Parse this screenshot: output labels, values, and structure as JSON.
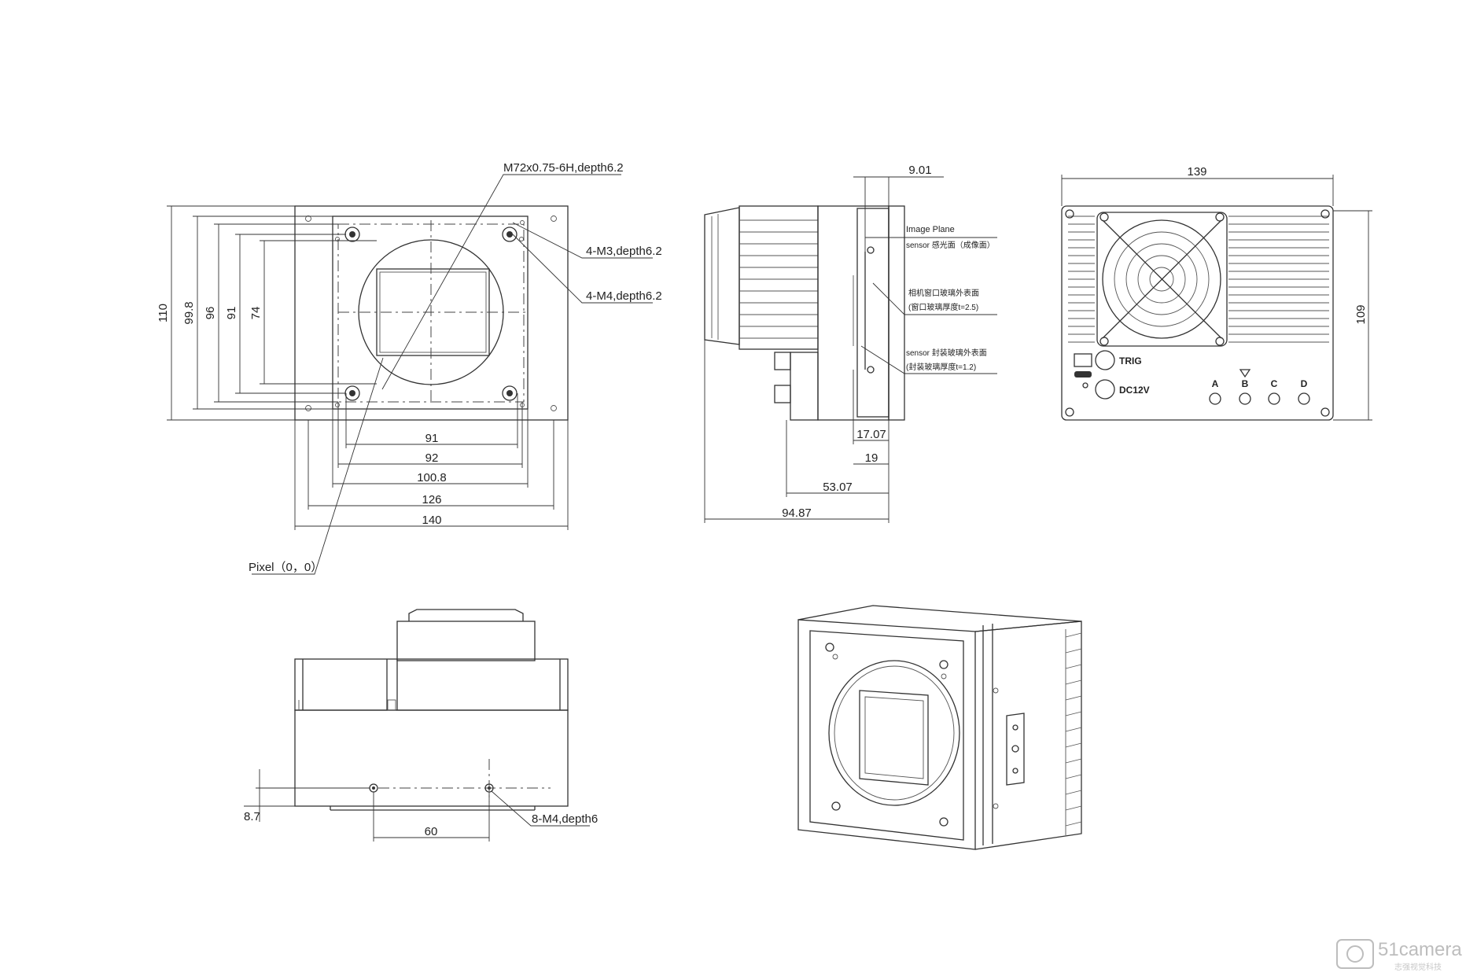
{
  "front_view": {
    "thread_callout": "M72x0.75-6H,depth6.2",
    "m3_callout": "4-M3,depth6.2",
    "m4_callout": "4-M4,depth6.2",
    "pixel_origin": "Pixel（0，0）",
    "dims_vertical": [
      "110",
      "99.8",
      "96",
      "91",
      "74"
    ],
    "dims_horizontal": [
      "91",
      "92",
      "100.8",
      "126",
      "140"
    ]
  },
  "side_view": {
    "image_plane_label": "Image Plane",
    "sensor_plane_label": "sensor 感光面（成像面）",
    "window_glass_label": "相机窗口玻璃外表面",
    "window_glass_thickness": "(窗口玻璃厚度t=2.5)",
    "sensor_glass_label": "sensor 封装玻璃外表面",
    "sensor_glass_thickness": "(封装玻璃厚度t=1.2)",
    "dims": [
      "9.01",
      "17.07",
      "19",
      "53.07",
      "94.87"
    ]
  },
  "rear_view": {
    "width_dim": "139",
    "height_dim": "109",
    "trig_label": "TRIG",
    "dc_label": "DC12V",
    "leds": [
      "A",
      "B",
      "C",
      "D"
    ]
  },
  "bottom_view": {
    "offset_dim": "8.7",
    "spacing_dim": "60",
    "hole_callout": "8-M4,depth6"
  },
  "watermark": {
    "brand": "51camera",
    "sub": "志强视觉科技"
  }
}
